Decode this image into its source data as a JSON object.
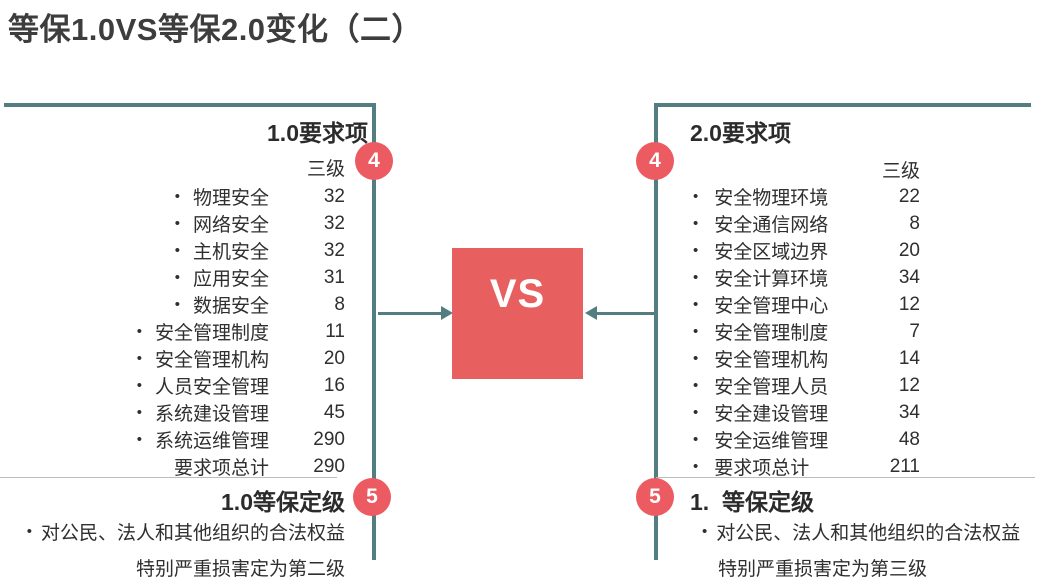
{
  "title": "等保1.0VS等保2.0变化（二）",
  "ui": {
    "bullet": "•"
  },
  "vs_box": {
    "label": "VS"
  },
  "badges": {
    "left_top": "4",
    "right_top": "4",
    "left_bottom": "5",
    "right_bottom": "5"
  },
  "left_panel": {
    "header": "1.0要求项",
    "level_header": "三级",
    "rows": [
      {
        "label": "物理安全",
        "value": "32"
      },
      {
        "label": "网络安全",
        "value": "32"
      },
      {
        "label": "主机安全",
        "value": "32"
      },
      {
        "label": "应用安全",
        "value": "31"
      },
      {
        "label": "数据安全",
        "value": "8"
      },
      {
        "label": "安全管理制度",
        "value": "11"
      },
      {
        "label": "安全管理机构",
        "value": "20"
      },
      {
        "label": "人员安全管理",
        "value": "16"
      },
      {
        "label": "系统建设管理",
        "value": "45"
      },
      {
        "label": "系统运维管理",
        "value": "290"
      },
      {
        "label": "要求项总计",
        "value": "290"
      }
    ],
    "rating": {
      "header": "1.0等保定级",
      "line1": "对公民、法人和其他组织的合法权益",
      "line2": "特别严重损害定为第二级"
    }
  },
  "right_panel": {
    "header": "2.0要求项",
    "level_header": "三级",
    "rows": [
      {
        "label": "安全物理环境",
        "value": "22"
      },
      {
        "label": "安全通信网络",
        "value": "8"
      },
      {
        "label": "安全区域边界",
        "value": "20"
      },
      {
        "label": "安全计算环境",
        "value": "34"
      },
      {
        "label": "安全管理中心",
        "value": "12"
      },
      {
        "label": "安全管理制度",
        "value": "7"
      },
      {
        "label": "安全管理机构",
        "value": "14"
      },
      {
        "label": "安全管理人员",
        "value": "12"
      },
      {
        "label": "安全建设管理",
        "value": "34"
      },
      {
        "label": "安全运维管理",
        "value": "48"
      },
      {
        "label": "要求项总计",
        "value": "211"
      }
    ],
    "rating": {
      "header": "1.  等保定级",
      "line1": "对公民、法人和其他组织的合法权益",
      "line2": "特别严重损害定为第三级"
    }
  },
  "colors": {
    "accent_teal": "#527e82",
    "accent_red": "#ec5b62",
    "vs_red": "#e85f5f",
    "divider_gray": "#bdbdbd",
    "text_dark": "#2f2f2f"
  }
}
